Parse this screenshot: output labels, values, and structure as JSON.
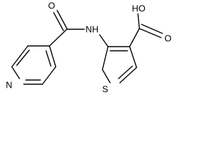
{
  "molecule": {
    "atoms": {
      "o_amide": "O",
      "nh": "NH",
      "oh": "HO",
      "o_acid": "O",
      "s": "S",
      "n_pyridine": "N"
    }
  },
  "colors": {
    "bond": "#000000",
    "label": "#000000",
    "background": "#ffffff"
  }
}
